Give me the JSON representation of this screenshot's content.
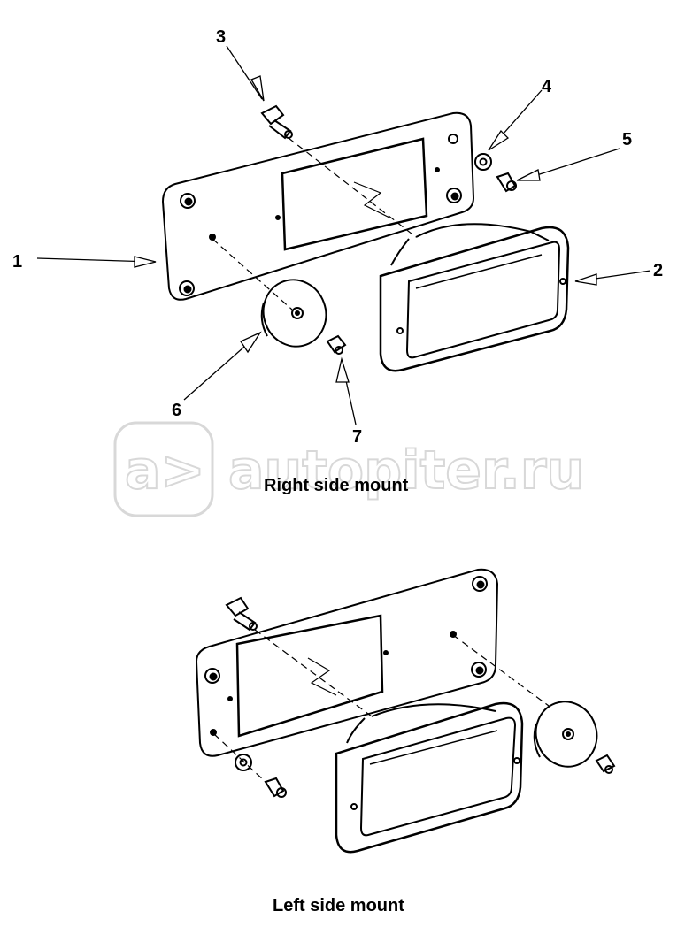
{
  "watermark": {
    "text": "autopiter.ru",
    "logo_glyph": "a>"
  },
  "top_view": {
    "caption": "Right side mount",
    "callouts": [
      {
        "id": "1",
        "label": "1"
      },
      {
        "id": "2",
        "label": "2"
      },
      {
        "id": "3",
        "label": "3"
      },
      {
        "id": "4",
        "label": "4"
      },
      {
        "id": "5",
        "label": "5"
      },
      {
        "id": "6",
        "label": "6"
      },
      {
        "id": "7",
        "label": "7"
      }
    ]
  },
  "bottom_view": {
    "caption": "Left side mount"
  },
  "colors": {
    "line": "#000000",
    "watermark": "#d8d8d8",
    "background": "#ffffff"
  }
}
